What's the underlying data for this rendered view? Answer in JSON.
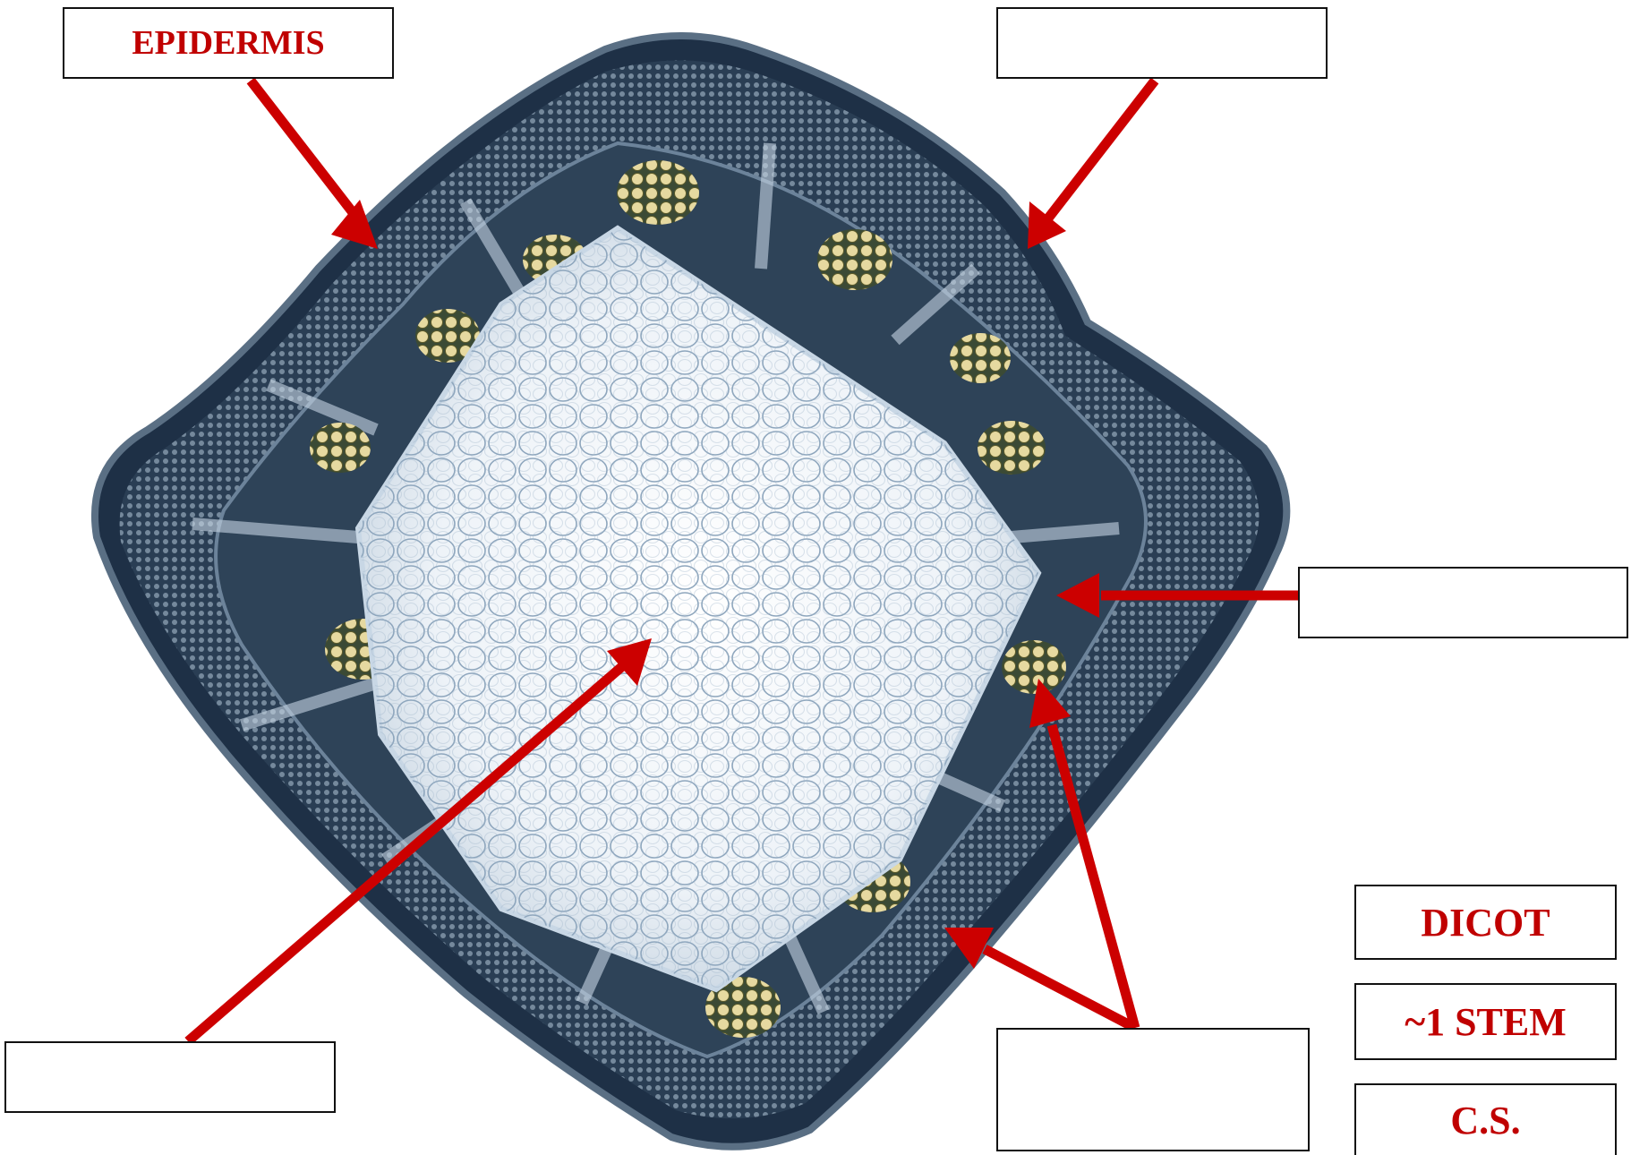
{
  "labels": {
    "epidermis": "EPIDERMIS",
    "top_right": "",
    "right": "",
    "bottom_left": "",
    "bottom_right": "",
    "dicot": "DICOT",
    "stem": "~1 STEM",
    "section": "C.S."
  },
  "colors": {
    "label_text": "#c00000",
    "arrow": "#cc0000",
    "box_border": "#111111",
    "tissue_dark": "#1e3046",
    "tissue_mid": "#5d7389",
    "pith": "#f6f8fb",
    "cell_outline": "#8ea6bd",
    "xylem_cell": "#e6d9a0"
  }
}
